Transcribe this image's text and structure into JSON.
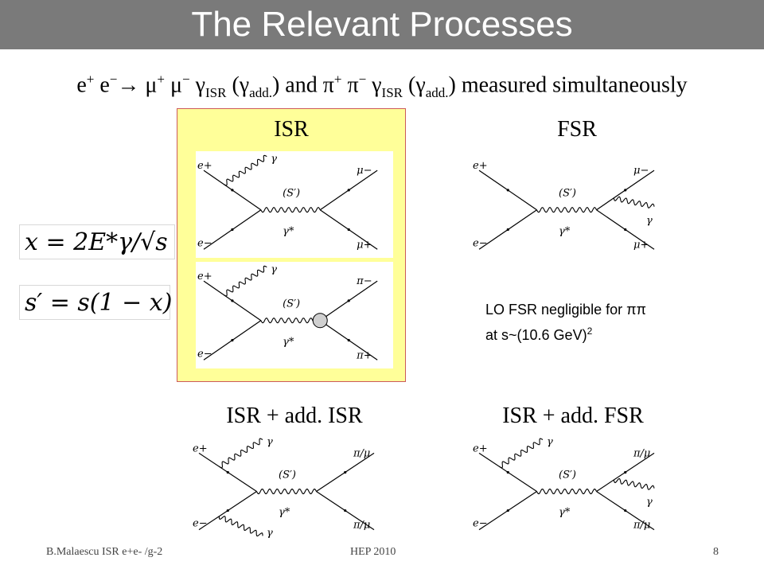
{
  "slide": {
    "title": "The Relevant Processes",
    "subtitle": {
      "part1": "e",
      "part1_sup1": "+",
      "part2": " e",
      "part2_sup": "−",
      "arrow": "→  μ",
      "mu_sup1": "+",
      "mu2": " μ",
      "mu_sup2": "−",
      "gamma1": " γ",
      "gamma1_sub": "ISR",
      "paren1": " (γ",
      "paren1_sub": "add.",
      "paren1_close": ")  and  π",
      "pi_sup1": "+",
      "pi2": " π",
      "pi_sup2": "−",
      "gamma2": " γ",
      "gamma2_sub": "ISR",
      "paren2": " (γ",
      "paren2_sub": "add.",
      "tail": ") measured simultaneously"
    },
    "labels": {
      "isr": "ISR",
      "fsr": "FSR",
      "isr_add_isr": "ISR + add. ISR",
      "isr_add_fsr": "ISR + add. FSR"
    },
    "formulas": {
      "x": "x = 2E*γ/√s",
      "s_prime": "s′ = s(1 − x)"
    },
    "note": {
      "line1": "LO FSR negligible for ππ",
      "line2_prefix": "at s~(10.6 GeV)",
      "line2_sup": "2"
    },
    "footer": {
      "author": "B.Malaescu   ISR e+e- /g-2",
      "conference": "HEP 2010",
      "page": "8"
    },
    "particles": {
      "e_plus": "e+",
      "e_minus": "e−",
      "mu_minus": "μ−",
      "mu_plus": "μ+",
      "pi_minus": "π−",
      "pi_plus": "π+",
      "pi_mu": "π/μ",
      "gamma": "γ",
      "gamma_star": "γ*",
      "s_prime": "(S′)"
    },
    "colors": {
      "title_bar": "#7a7a7a",
      "isr_box_fill": "#ffff99",
      "isr_box_border": "#cc5a5a",
      "vertex_blob": "#d0d0d0"
    }
  }
}
